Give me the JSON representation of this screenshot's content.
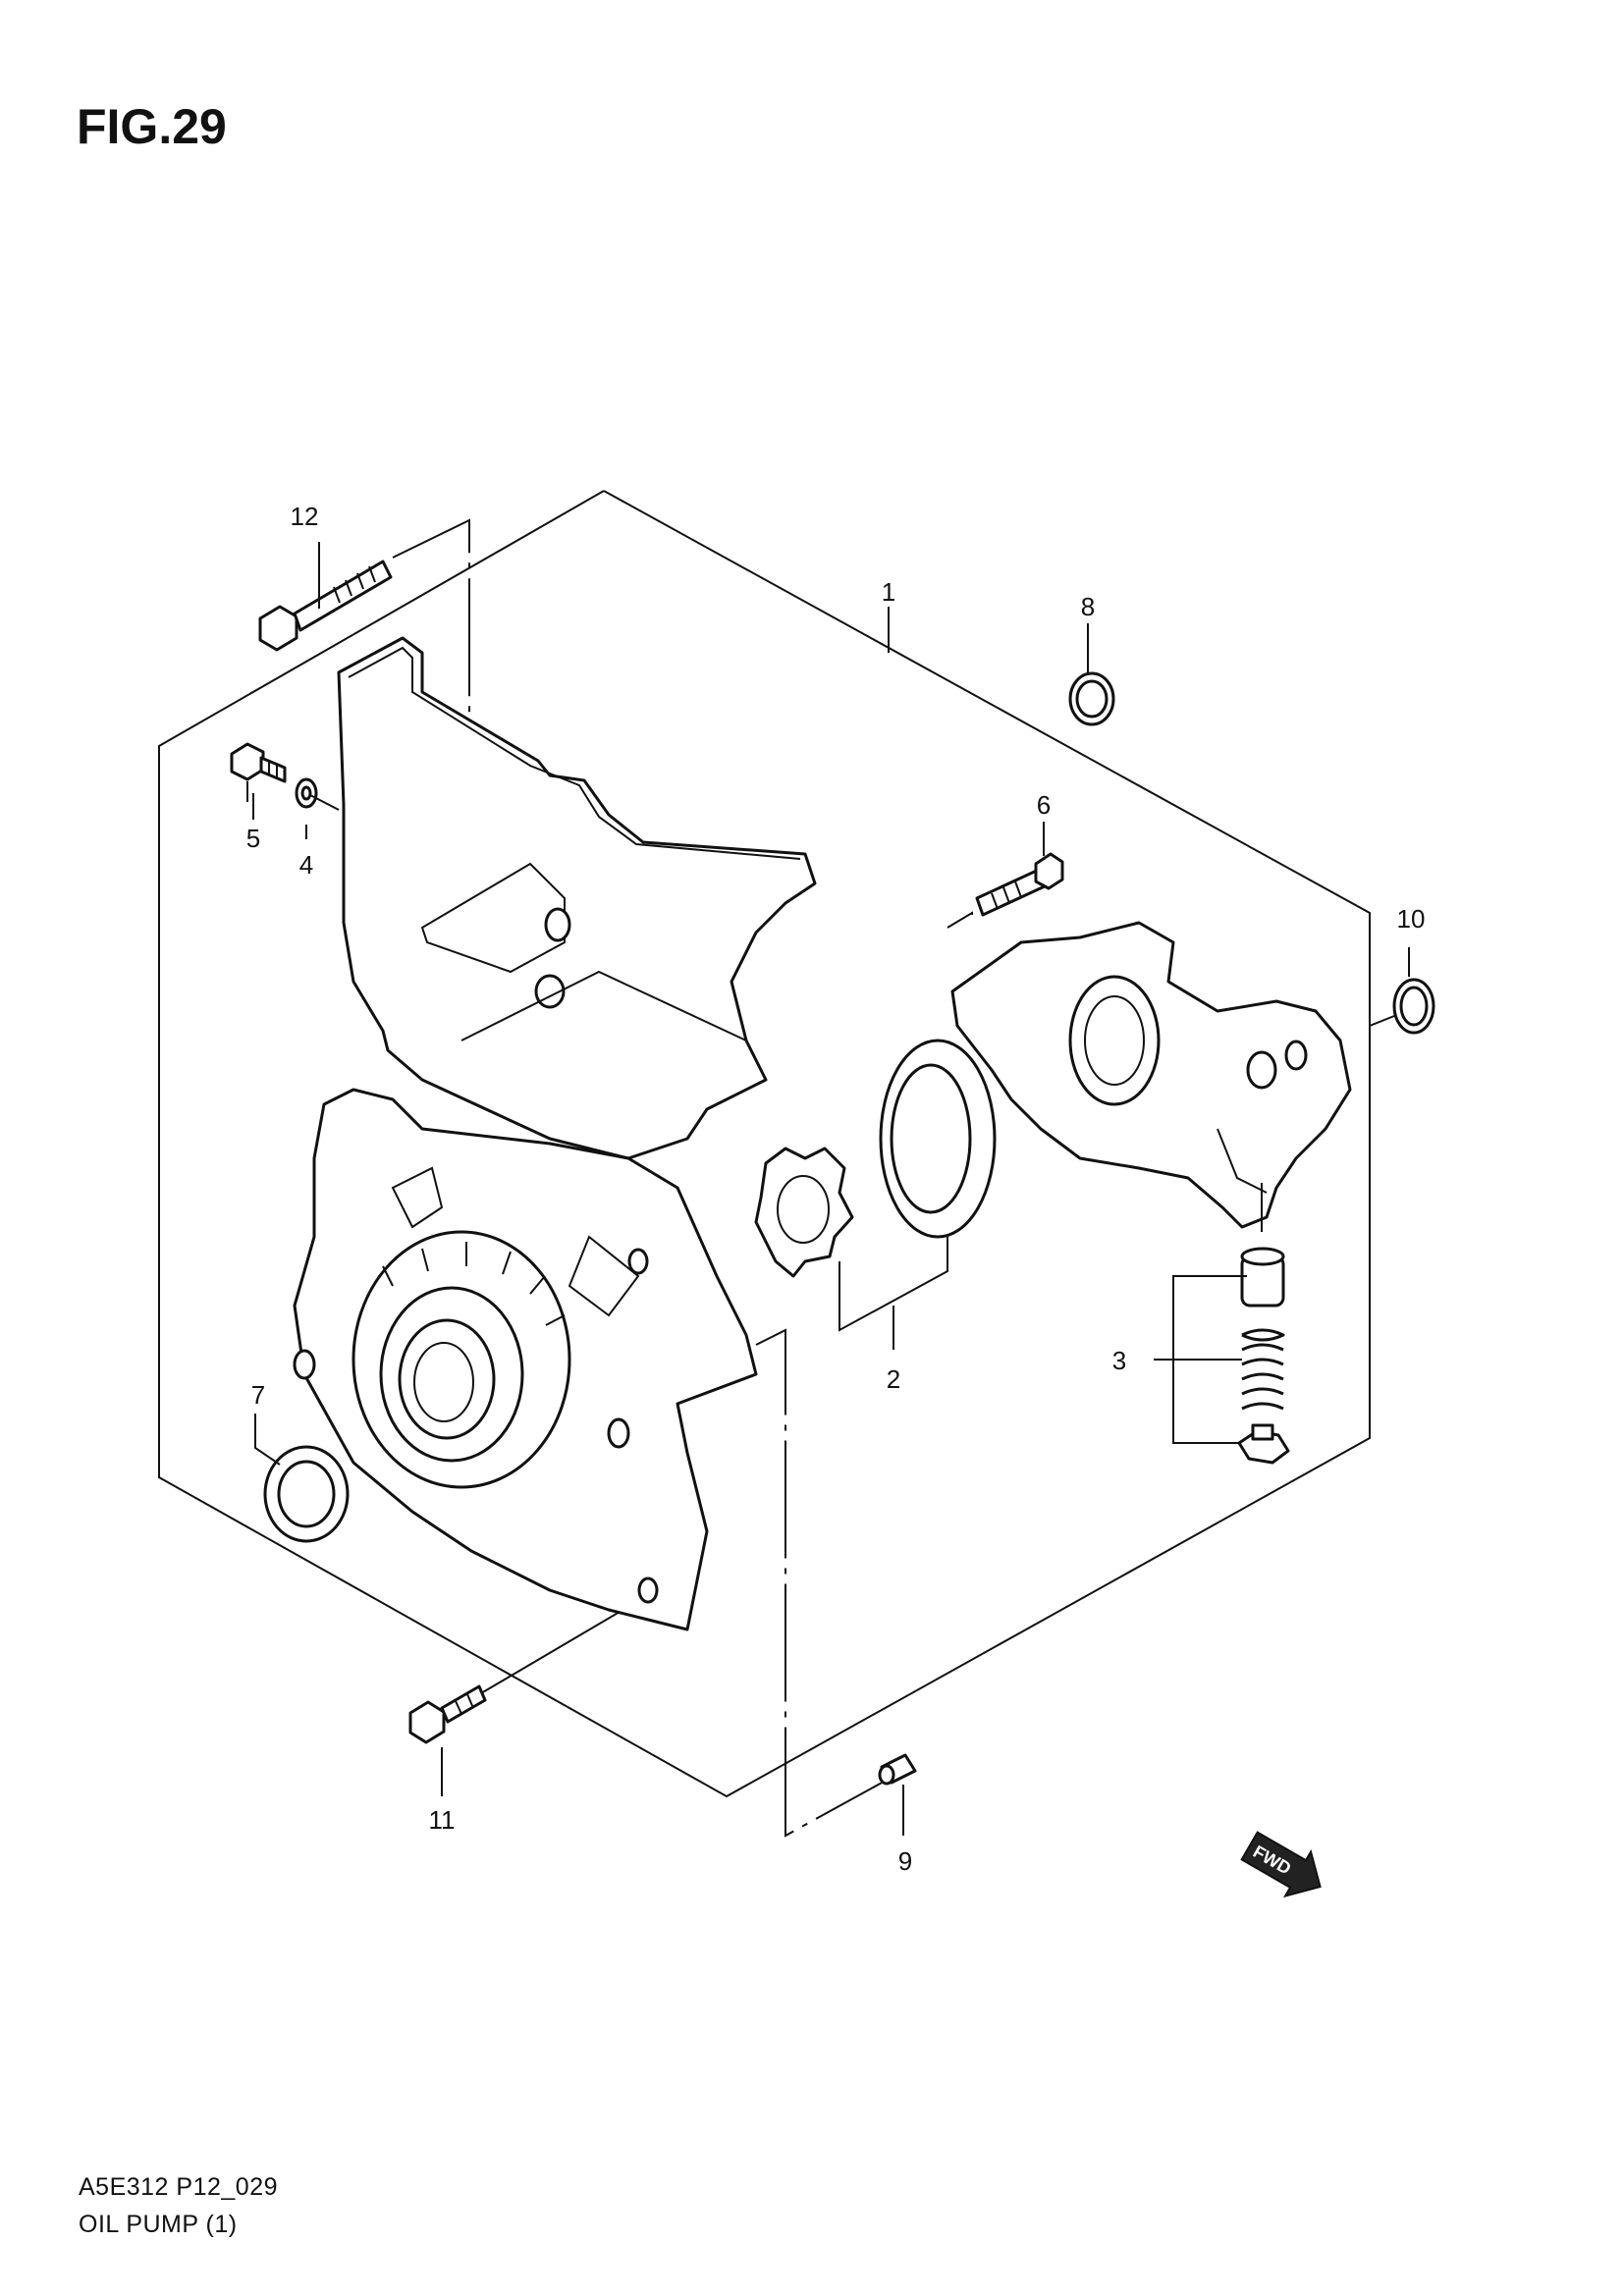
{
  "figure": {
    "title": "FIG.29"
  },
  "footer": {
    "code": "A5E312 P12_029",
    "title": "OIL PUMP (1)"
  },
  "direction_badge": {
    "label": "FWD",
    "icon": "fwd-arrow-icon"
  },
  "callouts": [
    {
      "id": "c1",
      "label": "1",
      "part": "oil pump case assembly"
    },
    {
      "id": "c2",
      "label": "2",
      "part": "rotor set"
    },
    {
      "id": "c3",
      "label": "3",
      "part": "relief valve set"
    },
    {
      "id": "c4",
      "label": "4",
      "part": "washer"
    },
    {
      "id": "c5",
      "label": "5",
      "part": "bolt"
    },
    {
      "id": "c6",
      "label": "6",
      "part": "bolt"
    },
    {
      "id": "c7",
      "label": "7",
      "part": "oil seal"
    },
    {
      "id": "c8",
      "label": "8",
      "part": "o-ring"
    },
    {
      "id": "c9",
      "label": "9",
      "part": "pin"
    },
    {
      "id": "c10",
      "label": "10",
      "part": "o-ring"
    },
    {
      "id": "c11",
      "label": "11",
      "part": "bolt"
    },
    {
      "id": "c12",
      "label": "12",
      "part": "bolt"
    }
  ],
  "colors": {
    "line": "#111111",
    "background": "#ffffff"
  }
}
